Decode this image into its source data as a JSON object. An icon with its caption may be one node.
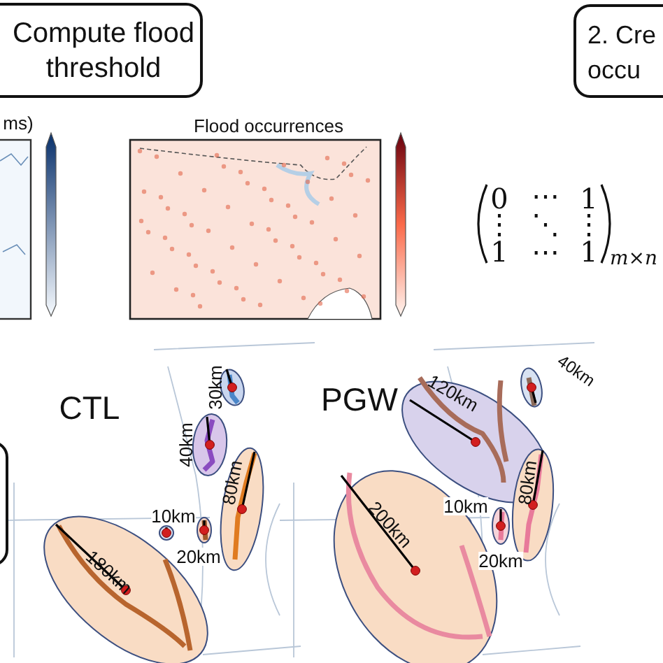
{
  "diagram": {
    "nodes": [
      {
        "text": [
          "Compute flood threshold"
        ]
      },
      {
        "text": [
          "2. Cre occu"
        ]
      },
      {
        "text": [],
        "shape": "box"
      }
    ],
    "labels": [
      "ms)",
      "Flood occurrences",
      "0",
      "⋯",
      "1",
      "⋮",
      "⋱",
      "⋮",
      "1",
      "⋯",
      "1",
      "m×n",
      "CTL",
      "30km",
      "PGW",
      "120km",
      "40km",
      "40km",
      "80km",
      "80km",
      "10km",
      "200km",
      "10km",
      "180km",
      "20km",
      "20km"
    ]
  }
}
